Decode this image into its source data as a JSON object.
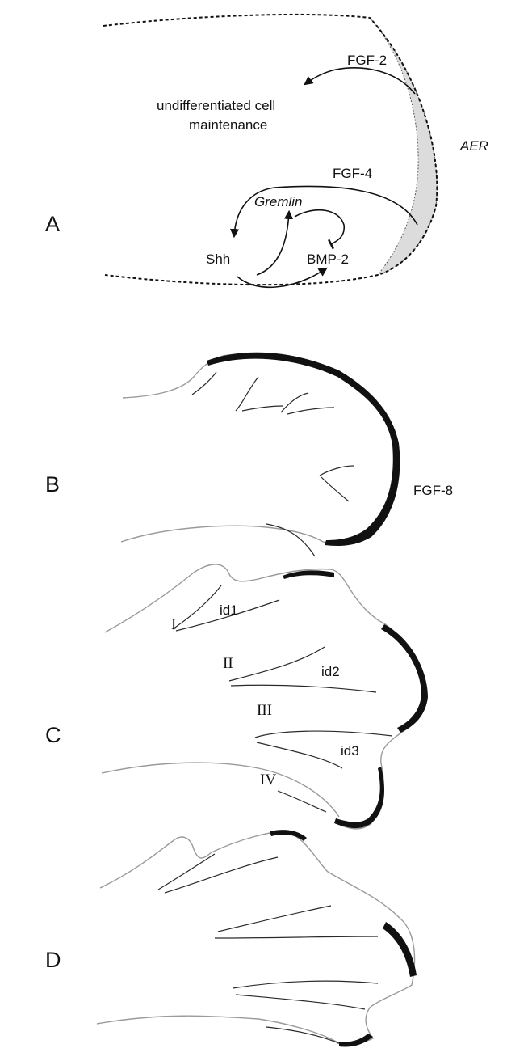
{
  "panels": {
    "a": {
      "letter": "A",
      "fgf2": "FGF-2",
      "maintenance_line1": "undifferentiated cell",
      "maintenance_line2": "maintenance",
      "aer": "AER",
      "fgf4": "FGF-4",
      "gremlin": "Gremlin",
      "shh": "Shh",
      "bmp2": "BMP-2"
    },
    "b": {
      "letter": "B",
      "fgf8": "FGF-8"
    },
    "c": {
      "letter": "C",
      "digits": [
        "I",
        "II",
        "III",
        "IV"
      ],
      "interdigits": [
        "id1",
        "id2",
        "id3"
      ]
    },
    "d": {
      "letter": "D"
    }
  },
  "colors": {
    "aer_fill": "#dcdcdc",
    "limb_outline": "#9a9a9a",
    "fgf8_expression": "#111111"
  }
}
